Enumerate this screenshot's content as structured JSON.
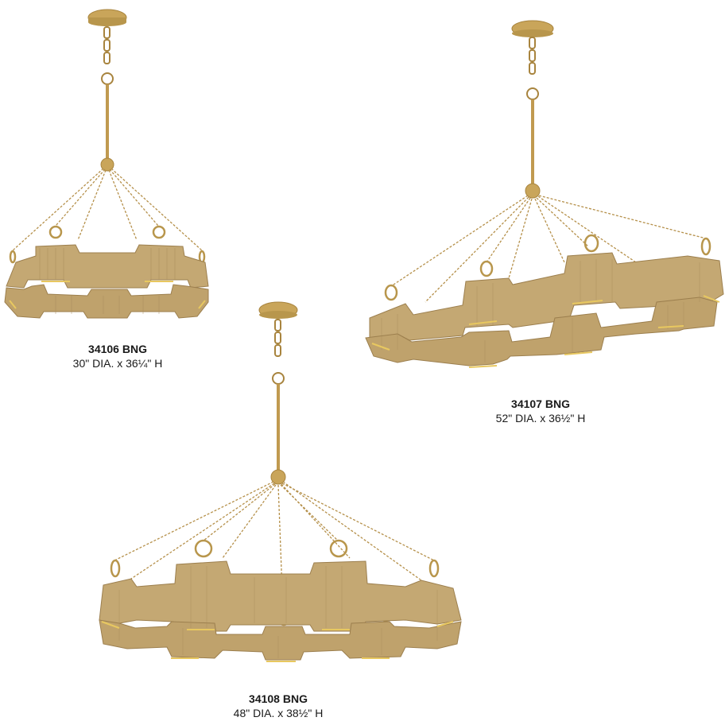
{
  "products": [
    {
      "model": "34106 BNG",
      "dimensions": "30\" DIA. x 36¼\" H",
      "image_alt": "Small round rope-wrapped chandelier"
    },
    {
      "model": "34107 BNG",
      "dimensions": "52\" DIA. x 36½\" H",
      "image_alt": "Linear oval rope-wrapped chandelier"
    },
    {
      "model": "34108 BNG",
      "dimensions": "48\" DIA. x 38½\" H",
      "image_alt": "Large round rope-wrapped chandelier"
    }
  ],
  "colors": {
    "background": "#ffffff",
    "brass": "#c9a55a",
    "brass_dark": "#a8843e",
    "rope": "#c4a873",
    "rope_dark": "#9c7f4e",
    "glow": "#e8c860",
    "text": "#1a1a1a"
  }
}
